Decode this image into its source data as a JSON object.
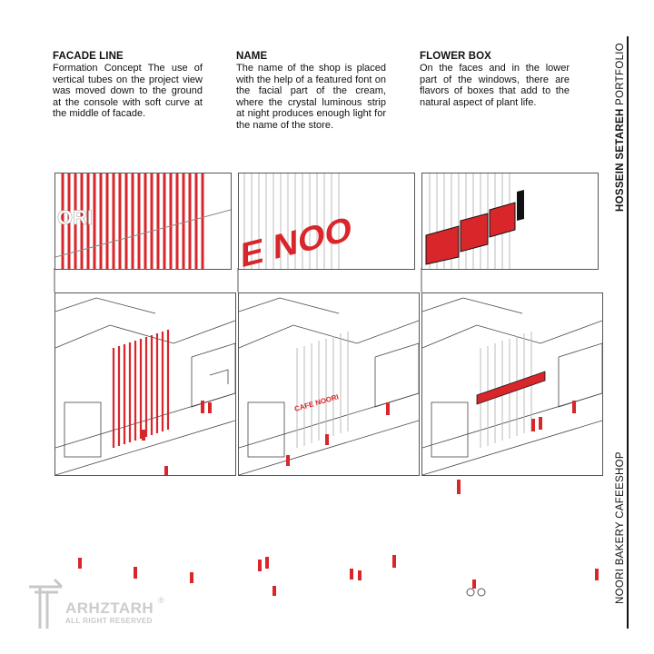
{
  "columns": [
    {
      "title": "FACADE LINE",
      "body": "Formation Concept The use of vertical tubes on the project view was moved down to the ground at the console with soft curve at the middle of facade."
    },
    {
      "title": "NAME",
      "body": "The name of the shop is placed with the help of a featured font on the facial part of the cream, where the crystal luminous strip at night produces enough light for the name of the store."
    },
    {
      "title": "FLOWER BOX",
      "body": "On the faces and in the lower part of the windows, there are flavors of boxes that add to the natural aspect of plant life."
    }
  ],
  "sidebar": {
    "author_bold": "HOSSEIN SETAREH",
    "author_rest": "PORTFOLIO",
    "project": "NOORI BAKERY CAFEESHOP"
  },
  "details": {
    "detail1_text": "ORI",
    "detail2_text": "E NOO",
    "sign_text": "CAFE NOORI"
  },
  "logo": {
    "brand": "ARHZTARH",
    "rights": "ALL RIGHT RESERVED",
    "registered": "®"
  },
  "colors": {
    "accent": "#d8262b",
    "line": "#555555",
    "rule": "#111111"
  }
}
